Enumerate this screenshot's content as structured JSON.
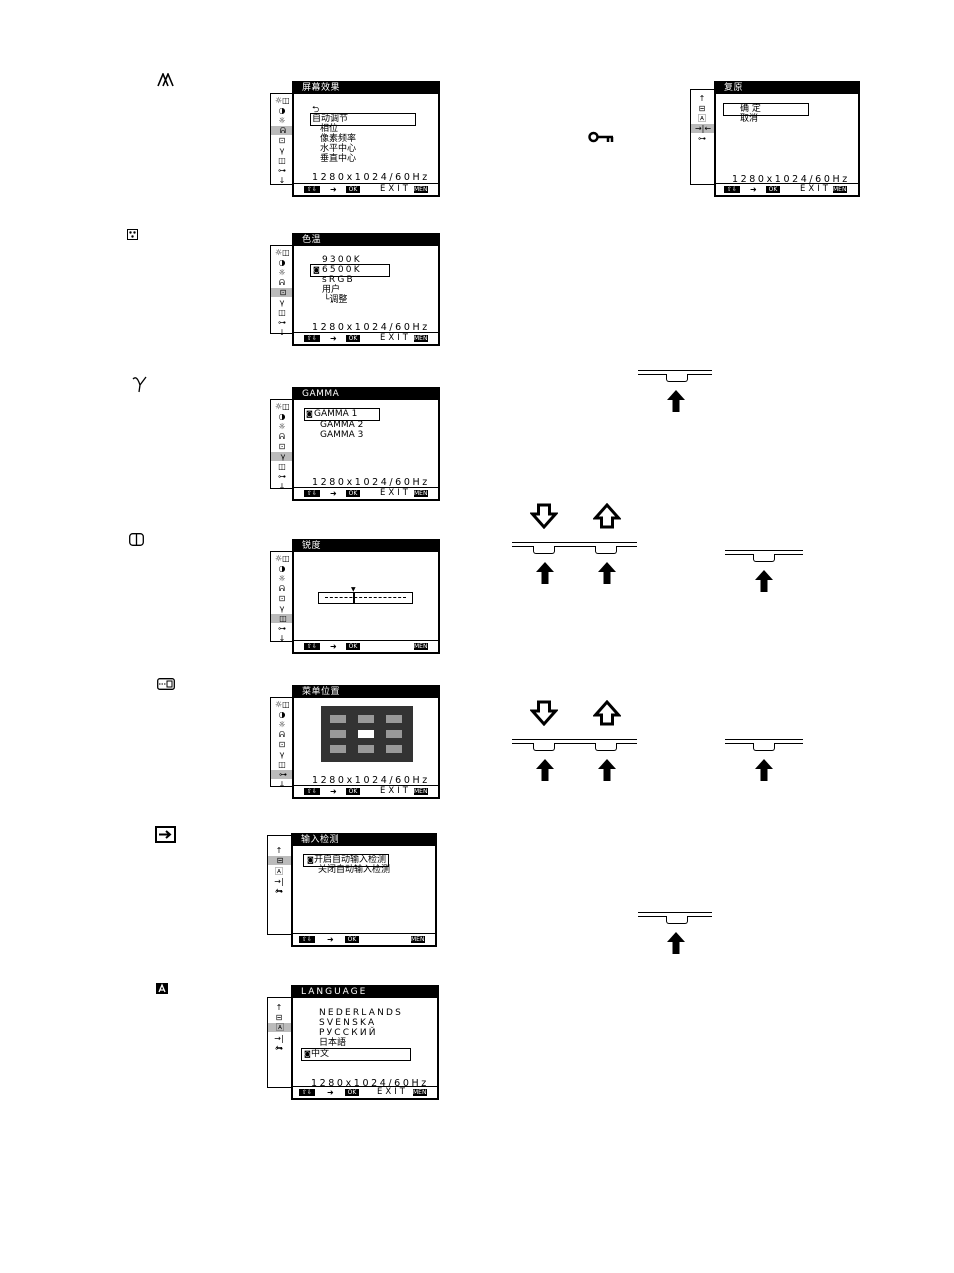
{
  "osd_screen_effect": {
    "title": "屏幕效果",
    "back_glyph": "⮌",
    "items": [
      "自动调节",
      "相位",
      "像素频率",
      "水平中心",
      "垂直中心"
    ],
    "resolution": "1280x1024/60Hz",
    "ok": "OK",
    "exit": "EXIT",
    "menu": "MENU"
  },
  "osd_color_temp": {
    "title": "色温",
    "items": [
      "9300K",
      "6500K",
      "sRGB",
      "用户",
      "└调整"
    ],
    "resolution": "1280x1024/60Hz",
    "ok": "OK",
    "exit": "EXIT",
    "menu": "MENU"
  },
  "osd_gamma": {
    "title": "GAMMA",
    "items": [
      "GAMMA 1",
      "GAMMA 2",
      "GAMMA 3"
    ],
    "resolution": "1280x1024/60Hz",
    "ok": "OK",
    "exit": "EXIT",
    "menu": "MENU"
  },
  "osd_sharpness": {
    "title": "锐度",
    "ok": "OK",
    "menu": "MENU"
  },
  "osd_menu_position": {
    "title": "菜单位置",
    "resolution": "1280x1024/60Hz",
    "ok": "OK",
    "exit": "EXIT",
    "menu": "MENU"
  },
  "osd_input_sensing": {
    "title": "输入检测",
    "items": [
      "开启自动输入检测",
      "关闭自动输入检测"
    ],
    "ok": "OK",
    "menu": "MENU"
  },
  "osd_language": {
    "title": "LANGUAGE",
    "items": [
      "NEDERLANDS",
      "SVENSKA",
      "РУССКИЙ",
      "日本語",
      "中文"
    ],
    "resolution": "1280x1024/60Hz",
    "ok": "OK",
    "exit": "EXIT",
    "menu": "MENU"
  },
  "osd_reset": {
    "title": "复原",
    "items": [
      "确 定",
      "取消"
    ],
    "resolution": "1280x1024/60Hz",
    "ok": "OK",
    "exit": "EXIT",
    "menu": "MENU"
  }
}
